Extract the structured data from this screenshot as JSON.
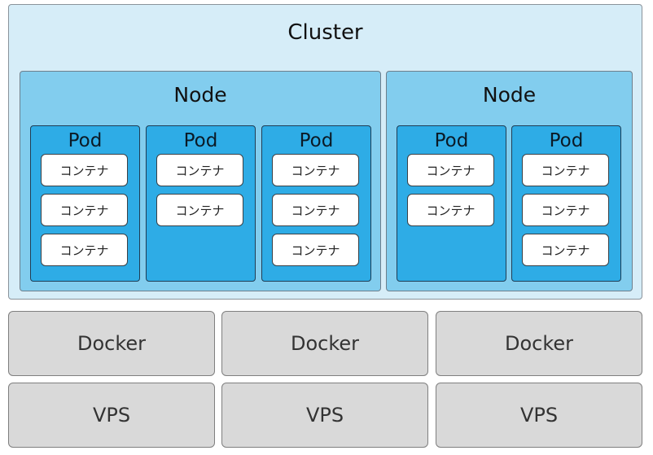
{
  "cluster": {
    "label": "Cluster",
    "nodes": [
      {
        "label": "Node",
        "pods": [
          {
            "label": "Pod",
            "containers": [
              "コンテナ",
              "コンテナ",
              "コンテナ"
            ]
          },
          {
            "label": "Pod",
            "containers": [
              "コンテナ",
              "コンテナ"
            ]
          },
          {
            "label": "Pod",
            "containers": [
              "コンテナ",
              "コンテナ",
              "コンテナ"
            ]
          }
        ]
      },
      {
        "label": "Node",
        "pods": [
          {
            "label": "Pod",
            "containers": [
              "コンテナ",
              "コンテナ"
            ]
          },
          {
            "label": "Pod",
            "containers": [
              "コンテナ",
              "コンテナ",
              "コンテナ"
            ]
          }
        ]
      }
    ]
  },
  "docker_layer": [
    "Docker",
    "Docker",
    "Docker"
  ],
  "vps_layer": [
    "VPS",
    "VPS",
    "VPS"
  ],
  "colors": {
    "cluster_fill": "#d6edf8",
    "node_fill": "#82cdee",
    "pod_fill": "#2eace6",
    "container_fill": "#ffffff",
    "infra_fill": "#d9d9d9"
  }
}
